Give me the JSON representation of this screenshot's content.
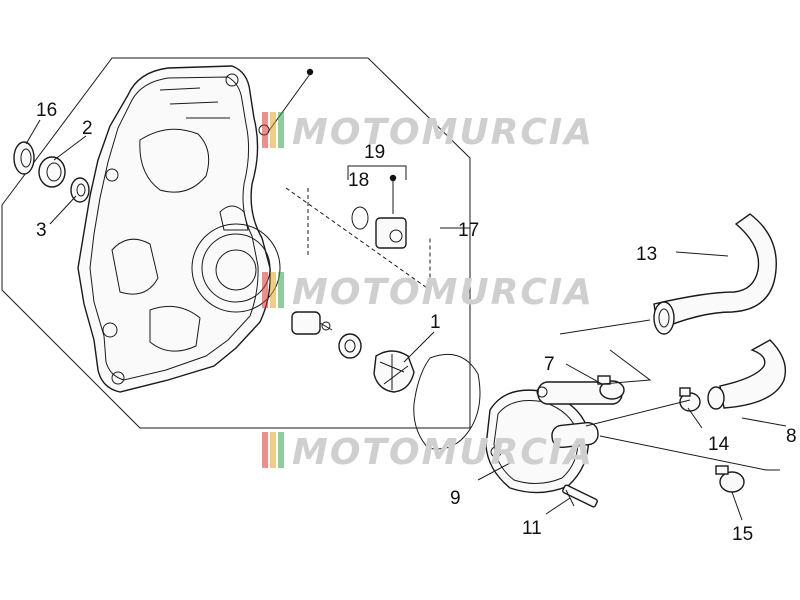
{
  "diagram": {
    "watermark_text": "MOTOMURCIA",
    "watermark_colors": [
      "#d23a2a",
      "#e8a02a",
      "#3aa04a",
      "#bbbbbb"
    ],
    "labels": {
      "p1": "1",
      "p2": "2",
      "p3": "3",
      "p7": "7",
      "p8": "8",
      "p9": "9",
      "p11": "11",
      "p13": "13",
      "p14": "14",
      "p15": "15",
      "p16": "16",
      "p17": "17",
      "p18": "18",
      "p19": "19"
    }
  }
}
